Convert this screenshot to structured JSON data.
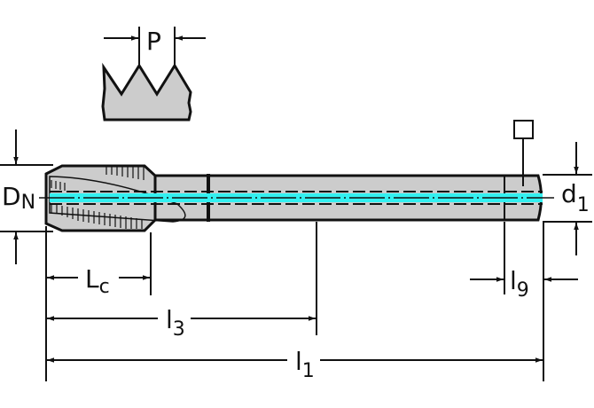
{
  "diagram": {
    "subject": "Machine tap with internal coolant channel",
    "colors": {
      "body_fill": "#cccccc",
      "outline": "#111111",
      "coolant": "#33f0f0",
      "background": "#ffffff"
    },
    "labels": {
      "pitch": "P",
      "nominal_diameter": {
        "main": "D",
        "sub": "N"
      },
      "shank_diameter": {
        "main": "d",
        "sub": "1"
      },
      "chamfer_length": {
        "main": "L",
        "sub": "c"
      },
      "thread_length": {
        "main": "l",
        "sub": "3"
      },
      "overall_length": {
        "main": "l",
        "sub": "1"
      },
      "square_length": {
        "main": "l",
        "sub": "9"
      }
    },
    "square_symbol": "square-drive-symbol"
  }
}
